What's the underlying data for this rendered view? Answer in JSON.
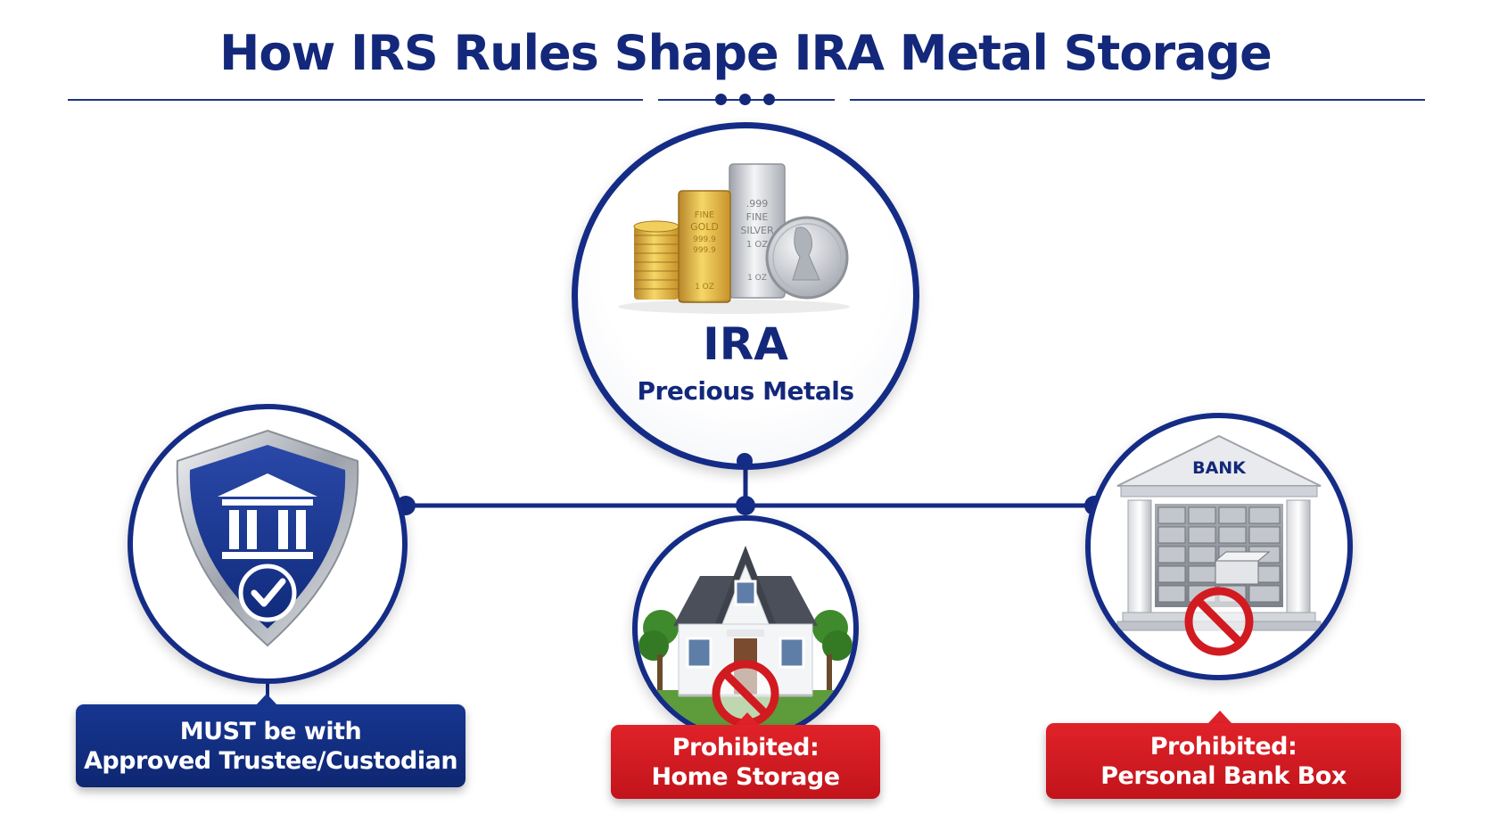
{
  "title": "How IRS Rules Shape IRA Metal Storage",
  "center": {
    "title": "IRA",
    "subtitle": "Precious Metals",
    "gold_bar_text": [
      "FINE",
      "GOLD",
      "999.9",
      "999.9",
      "1 OZ"
    ],
    "silver_bar_text": [
      ".999",
      "FINE",
      "SILVER",
      "1 OZ",
      "1 OZ"
    ]
  },
  "left": {
    "label_line1": "MUST be with",
    "label_line2": "Approved Trustee/Custodian"
  },
  "middle": {
    "label_line1": "Prohibited:",
    "label_line2": "Home Storage"
  },
  "right": {
    "bank_sign": "BANK",
    "label_line1": "Prohibited:",
    "label_line2": "Personal Bank Box"
  },
  "colors": {
    "navy": "#152c86",
    "red": "#d21a21",
    "gold": "#d9a92c",
    "silver": "#c9ccd2"
  }
}
